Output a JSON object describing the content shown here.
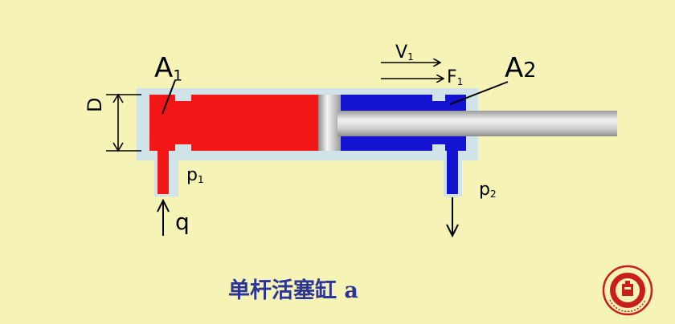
{
  "diagram": {
    "labels": {
      "area_cap_end": "A",
      "area_cap_end_sub": "1",
      "area_rod_end": "A",
      "area_rod_end_sub": "2",
      "velocity": "V",
      "velocity_sub": "1",
      "force": "F",
      "force_sub": "1",
      "diameter": "D",
      "pressure_inlet": "p",
      "pressure_inlet_sub": "1",
      "pressure_outlet": "p",
      "pressure_outlet_sub": "2",
      "flow": "q"
    },
    "caption": "单杆活塞缸 a"
  },
  "colors": {
    "background": "#f6f3b6",
    "pressure_chamber": "#f21616",
    "return_chamber": "#1414d0",
    "cylinder_outline": "#cfe3e8",
    "rod": "#b9b9b9",
    "caption": "#2c3596",
    "logo": "#c81e1e"
  },
  "icons": {
    "logo": "university-seal-icon"
  }
}
